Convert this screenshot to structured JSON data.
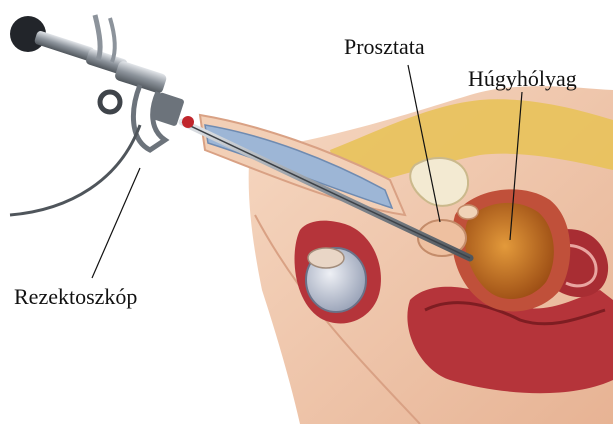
{
  "labels": {
    "prostate": "Prosztata",
    "bladder": "Húgyhólyag",
    "resectoscope": "Rezektoszkóp"
  },
  "colors": {
    "skin": "#f1c7ab",
    "skin_dark": "#d9a184",
    "fat": "#e8c25a",
    "muscle": "#b5343a",
    "bladder_fill": "#c9731f",
    "urethra_blue": "#9db6d6",
    "instrument_metal": "#9aa0a6",
    "testis": "#c9cfdc"
  }
}
